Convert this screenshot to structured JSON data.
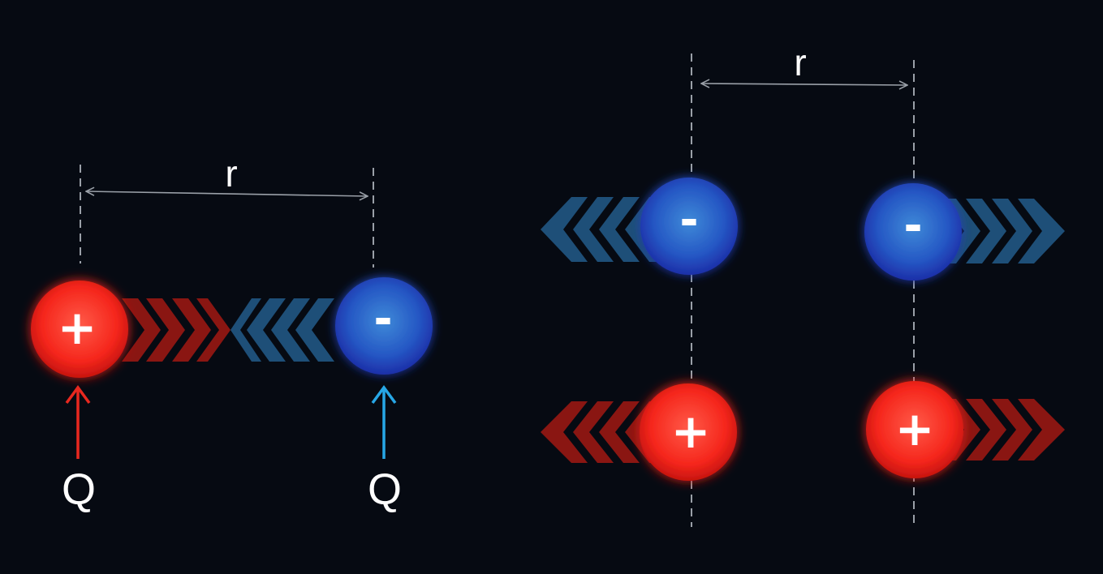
{
  "colors": {
    "background": "#060a12",
    "positive": "#ff2a20",
    "negative": "#2a6bd6",
    "positive_arrow": "#8a1612",
    "negative_arrow": "#1e4f78",
    "q_arrow_positive": "#e8281f",
    "q_arrow_negative": "#27a7e6",
    "guide": "#9aa0a8"
  },
  "left_panel": {
    "distance_label": "r",
    "charge_a": {
      "sign": "+",
      "kind": "positive",
      "label": "Q"
    },
    "charge_b": {
      "sign": "-",
      "kind": "negative",
      "label": "Q"
    }
  },
  "right_panel": {
    "distance_label": "r",
    "top_row": [
      {
        "sign": "-",
        "kind": "negative"
      },
      {
        "sign": "-",
        "kind": "negative"
      }
    ],
    "bottom_row": [
      {
        "sign": "+",
        "kind": "positive"
      },
      {
        "sign": "+",
        "kind": "positive"
      }
    ]
  }
}
